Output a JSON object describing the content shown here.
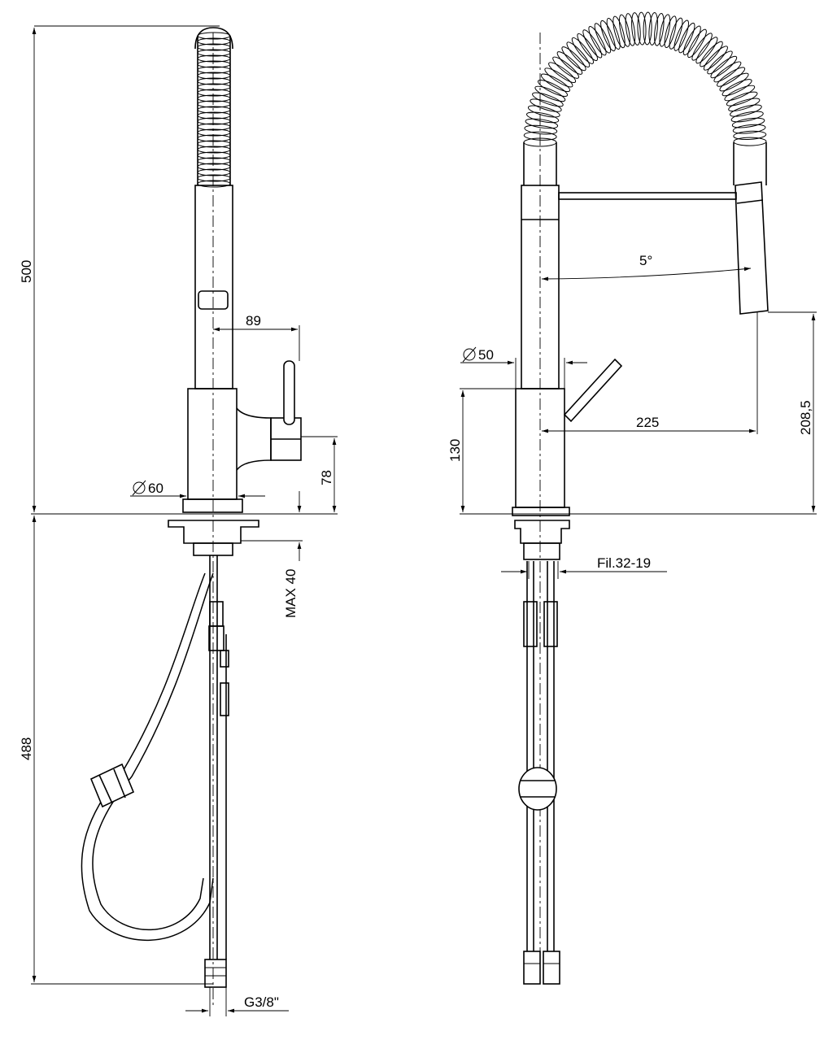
{
  "dimensions": {
    "total_height_above": "500",
    "lever_offset": "89",
    "body_diameter_left": "60",
    "lever_height": "78",
    "max_deck_thickness": "MAX 40",
    "below_length": "488",
    "connector_thread": "G3/8\"",
    "spout_angle": "5°",
    "body_diameter_right": "50",
    "body_height": "130",
    "spout_reach": "225",
    "spout_height": "208,5",
    "thread_spec": "Fil.32-19"
  }
}
